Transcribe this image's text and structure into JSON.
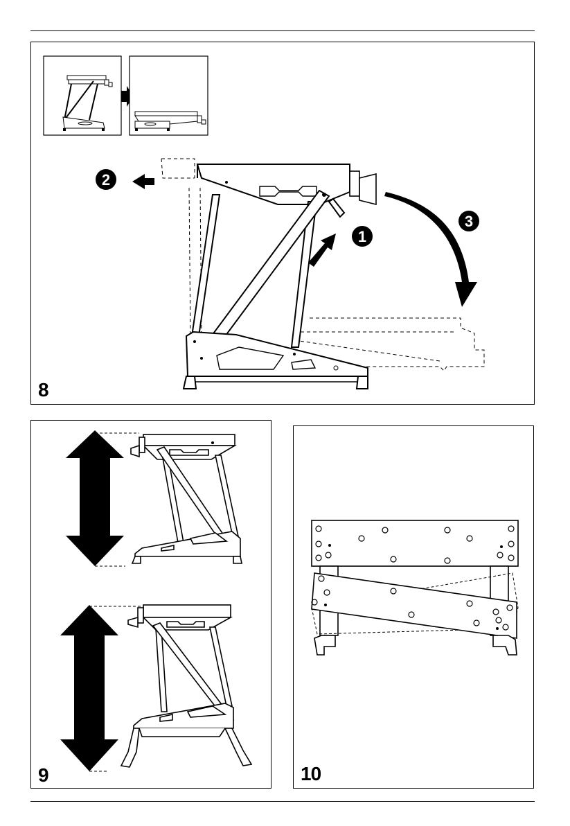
{
  "figures": {
    "fig8": {
      "number": "8",
      "steps": [
        "1",
        "2",
        "3"
      ]
    },
    "fig9": {
      "number": "9"
    },
    "fig10": {
      "number": "10"
    }
  },
  "icons": [
    "arrow-right-icon",
    "arrow-left-icon",
    "arrow-up-right-icon",
    "curved-arrow-icon",
    "double-arrow-vertical-icon"
  ]
}
